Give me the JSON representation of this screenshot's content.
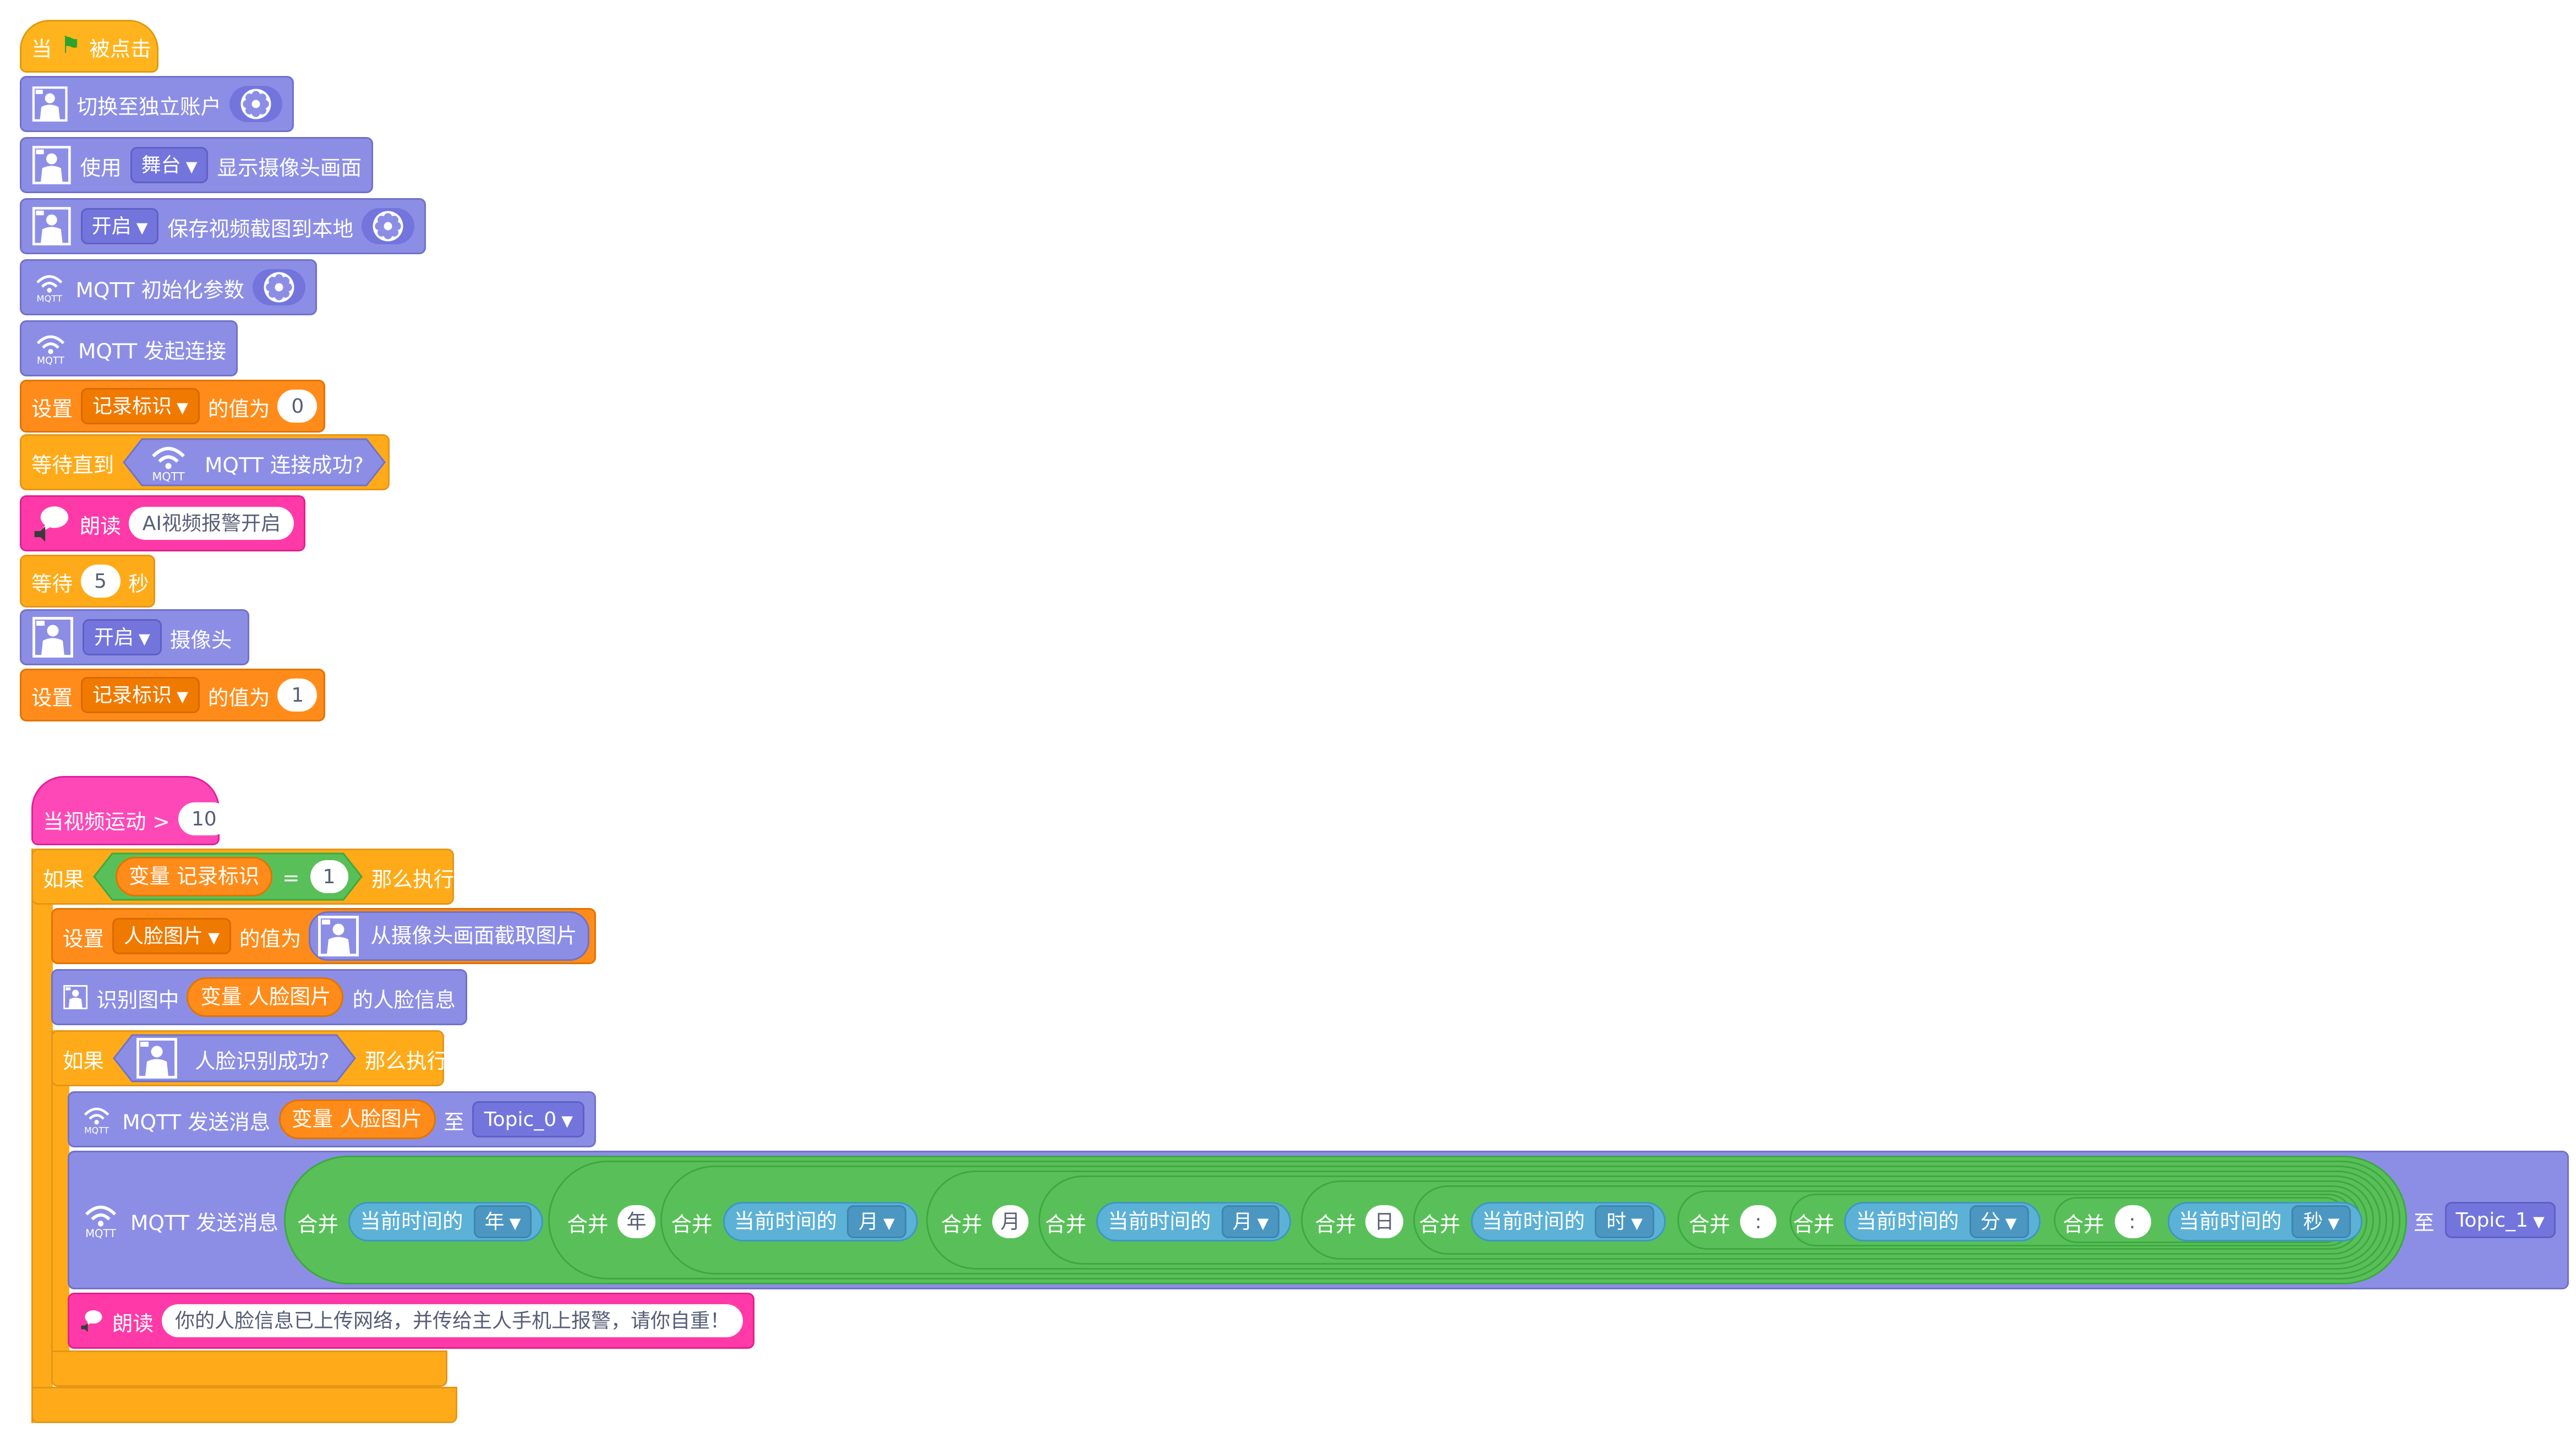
{
  "script1": {
    "hat": {
      "when": "当",
      "flag": "⚑",
      "clicked": "被点击"
    },
    "switch_account": "切换至独立账户",
    "use": "使用",
    "stage_dd": "舞台",
    "show_camera": "显示摄像头画面",
    "open_dd": "开启",
    "save_shot": "保存视频截图到本地",
    "mqtt_init": "MQTT 初始化参数",
    "mqtt_connect": "MQTT 发起连接",
    "set": "设置",
    "record_var": "记录标识",
    "value_is": "的值为",
    "zero": "0",
    "wait_until": "等待直到",
    "mqtt_ok": "MQTT 连接成功?",
    "speak": "朗读",
    "speak_text": "AI视频报警开启",
    "wait": "等待",
    "five": "5",
    "sec": "秒",
    "open_dd2": "开启",
    "camera": "摄像头",
    "one": "1"
  },
  "script2": {
    "hat": "当视频运动 >",
    "hat_val": "10",
    "if": "如果",
    "variable": "变量",
    "record_var": "记录标识",
    "eq": "=",
    "eq_val": "1",
    "then": "那么执行",
    "set": "设置",
    "face_var": "人脸图片",
    "value_is": "的值为",
    "capture": "从摄像头画面截取图片",
    "recognize": "识别图中",
    "face_info": "的人脸信息",
    "if2": "如果",
    "face_ok": "人脸识别成功?",
    "then2": "那么执行",
    "mqtt_send": "MQTT 发送消息",
    "to": "至",
    "topic0": "Topic_0",
    "topic1": "Topic_1",
    "join": "合并",
    "now": "当前时间的",
    "year": "年",
    "month": "月",
    "day": "日",
    "hour": "时",
    "minute": "分",
    "second": "秒",
    "colon": ":",
    "speak": "朗读",
    "speak_text": "你的人脸信息已上传网络，并传给主人手机上报警，请你自重！"
  },
  "icons": {
    "camera": "person-frame-icon",
    "mqtt": "mqtt-wifi-icon",
    "speaker": "speech-bubble-icon",
    "gear": "gear-icon"
  },
  "colors": {
    "events": "#ffb41e",
    "control": "#ffab19",
    "video": "#8c8ee6",
    "variables": "#ff8c1a",
    "sound": "#ff3aa8",
    "operators": "#59c059",
    "time": "#5cb1d6"
  }
}
